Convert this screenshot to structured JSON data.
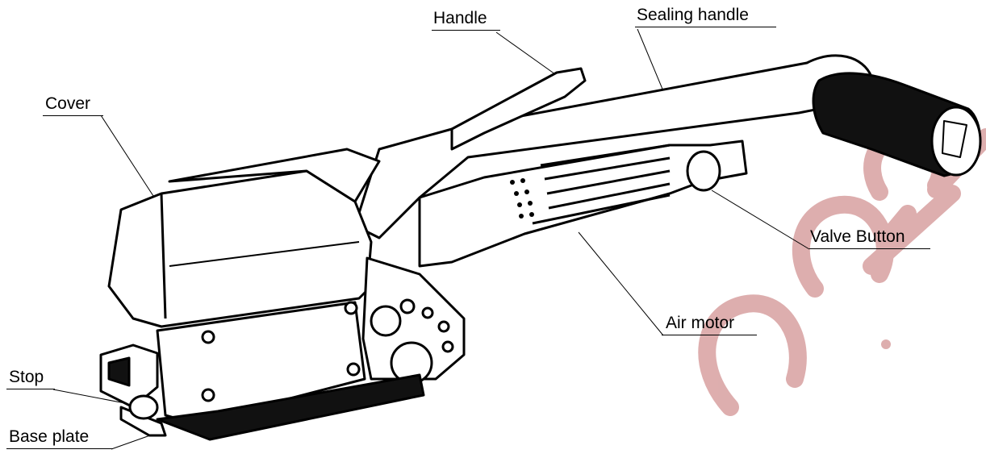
{
  "labels": {
    "handle": "Handle",
    "sealing_handle": "Sealing handle",
    "cover": "Cover",
    "valve_button": "Valve Button",
    "air_motor": "Air motor",
    "stop": "Stop",
    "base_plate": "Base plate"
  },
  "watermark": {
    "text": "...OOL.CO...",
    "color": "#d8a0a0"
  },
  "colors": {
    "ink": "#000000",
    "paper": "#ffffff"
  }
}
